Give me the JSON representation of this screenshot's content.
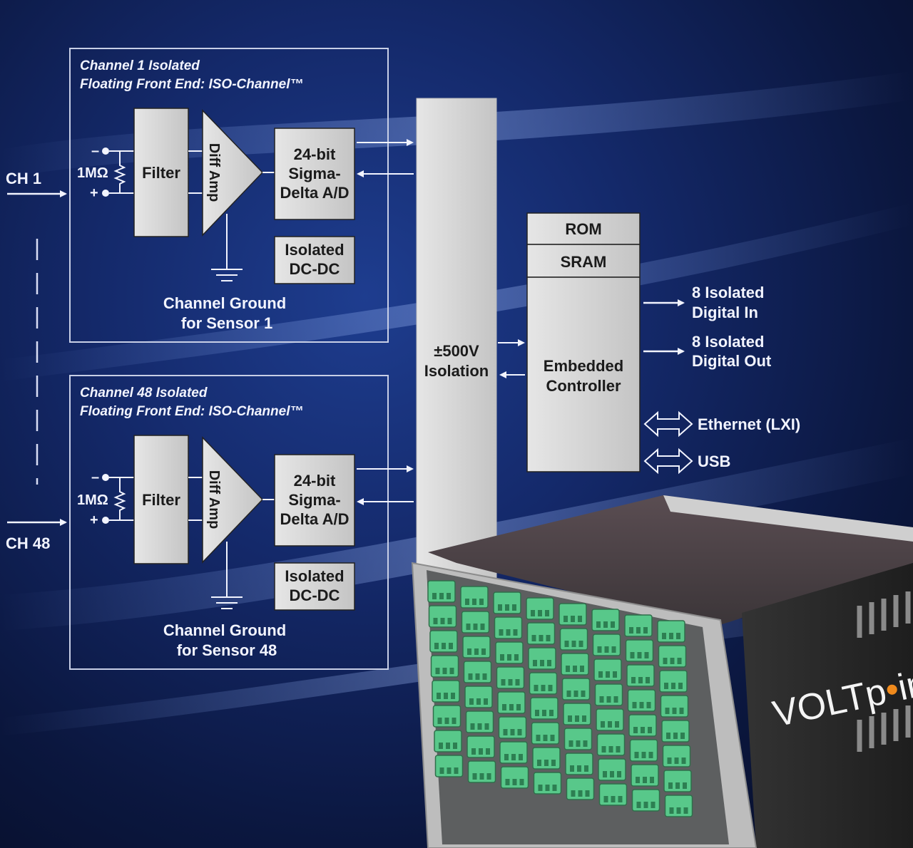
{
  "channels": [
    {
      "title_line1": "Channel 1 Isolated",
      "title_line2": "Floating Front End: ISO-Channel™",
      "input_label": "CH 1",
      "resistor": "1MΩ",
      "minus": "–",
      "plus": "+",
      "filter": "Filter",
      "amp": "Diff Amp",
      "adc_line1": "24-bit",
      "adc_line2": "Sigma-",
      "adc_line3": "Delta A/D",
      "dcdc_line1": "Isolated",
      "dcdc_line2": "DC-DC",
      "ground_line1": "Channel Ground",
      "ground_line2": "for Sensor 1"
    },
    {
      "title_line1": "Channel 48 Isolated",
      "title_line2": "Floating Front End: ISO-Channel™",
      "input_label": "CH 48",
      "resistor": "1MΩ",
      "minus": "–",
      "plus": "+",
      "filter": "Filter",
      "amp": "Diff Amp",
      "adc_line1": "24-bit",
      "adc_line2": "Sigma-",
      "adc_line3": "Delta A/D",
      "dcdc_line1": "Isolated",
      "dcdc_line2": "DC-DC",
      "ground_line1": "Channel Ground",
      "ground_line2": "for Sensor 48"
    }
  ],
  "isolation": {
    "line1": "±500V",
    "line2": "Isolation"
  },
  "controller": {
    "rom": "ROM",
    "sram": "SRAM",
    "line1": "Embedded",
    "line2": "Controller"
  },
  "outputs": [
    {
      "line1": "8 Isolated",
      "line2": "Digital In",
      "arrow": "right"
    },
    {
      "line1": "8 Isolated",
      "line2": "Digital Out",
      "arrow": "right"
    },
    {
      "line1": "Ethernet (LXI)",
      "line2": "",
      "arrow": "bidirectional"
    },
    {
      "line1": "USB",
      "line2": "",
      "arrow": "bidirectional"
    }
  ],
  "device": {
    "logo_part1": "VOLT",
    "logo_part2": "p",
    "logo_part3": "int",
    "terminal_color": "#58c88a",
    "accent_color": "#f08a1c"
  },
  "colors": {
    "block_fill": "#d6d6d6",
    "frame_stroke": "#c8cfe6",
    "background": "#14296a"
  }
}
